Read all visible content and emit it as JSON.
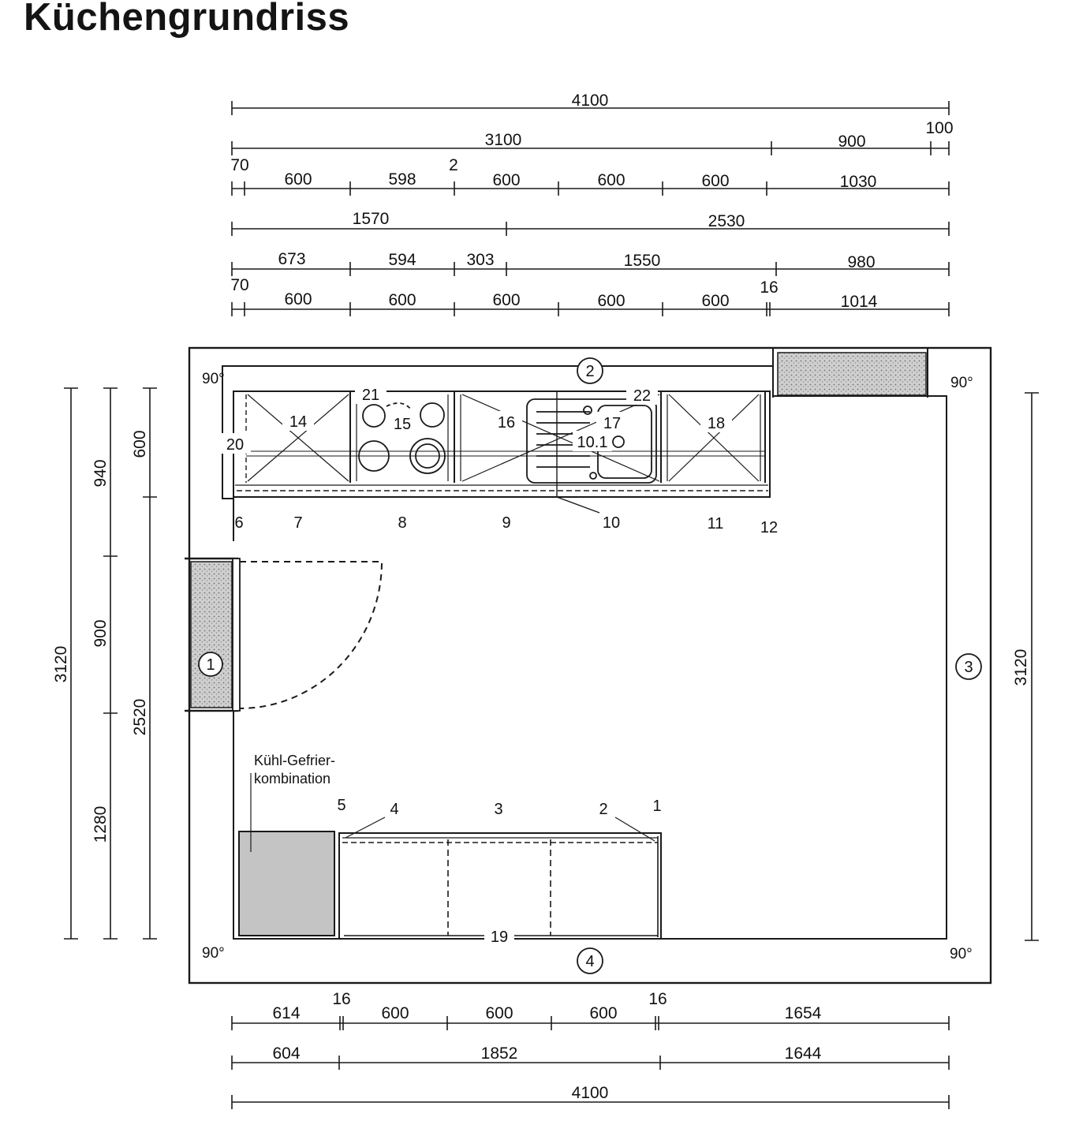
{
  "page_title": "Küchengrundriss",
  "dimensions": {
    "top_row1": [
      "4100"
    ],
    "top_row2": [
      "3100",
      "900",
      "100"
    ],
    "top_row3": [
      "70",
      "600",
      "598",
      "2",
      "600",
      "600",
      "600",
      "1030"
    ],
    "top_row4": [
      "1570",
      "2530"
    ],
    "top_row5": [
      "673",
      "594",
      "303",
      "1550",
      "980"
    ],
    "top_row6": [
      "70",
      "600",
      "600",
      "600",
      "600",
      "600",
      "16",
      "1014"
    ],
    "left_outer": "3120",
    "left_mid": [
      "940",
      "900",
      "1280"
    ],
    "left_inner": [
      "600",
      "2520"
    ],
    "right_outer": "3120",
    "bottom_row1": [
      "614",
      "16",
      "600",
      "600",
      "600",
      "16",
      "1654"
    ],
    "bottom_row2": [
      "604",
      "1852",
      "1644"
    ],
    "bottom_row3": [
      "4100"
    ]
  },
  "walls": {
    "wall1": "1",
    "wall2": "2",
    "wall3": "3",
    "wall4": "4",
    "angles": [
      "90°",
      "90°",
      "90°",
      "90°"
    ]
  },
  "top_counter": {
    "item_numbers": [
      "14",
      "15",
      "16",
      "17",
      "18",
      "20",
      "21",
      "22",
      "10.1"
    ],
    "cabinet_numbers": [
      "6",
      "7",
      "8",
      "9",
      "10",
      "11",
      "12"
    ]
  },
  "bottom_counter": {
    "fridge_label_line1": "Kühl-Gefrier-",
    "fridge_label_line2": "kombination",
    "cabinet_numbers": [
      "5",
      "4",
      "3",
      "2",
      "1"
    ],
    "plinth_number": "19"
  },
  "colors": {
    "line": "#1a1a1a",
    "fridge_fill": "#c4c4c4",
    "window_fill": "#bdbdbd"
  }
}
